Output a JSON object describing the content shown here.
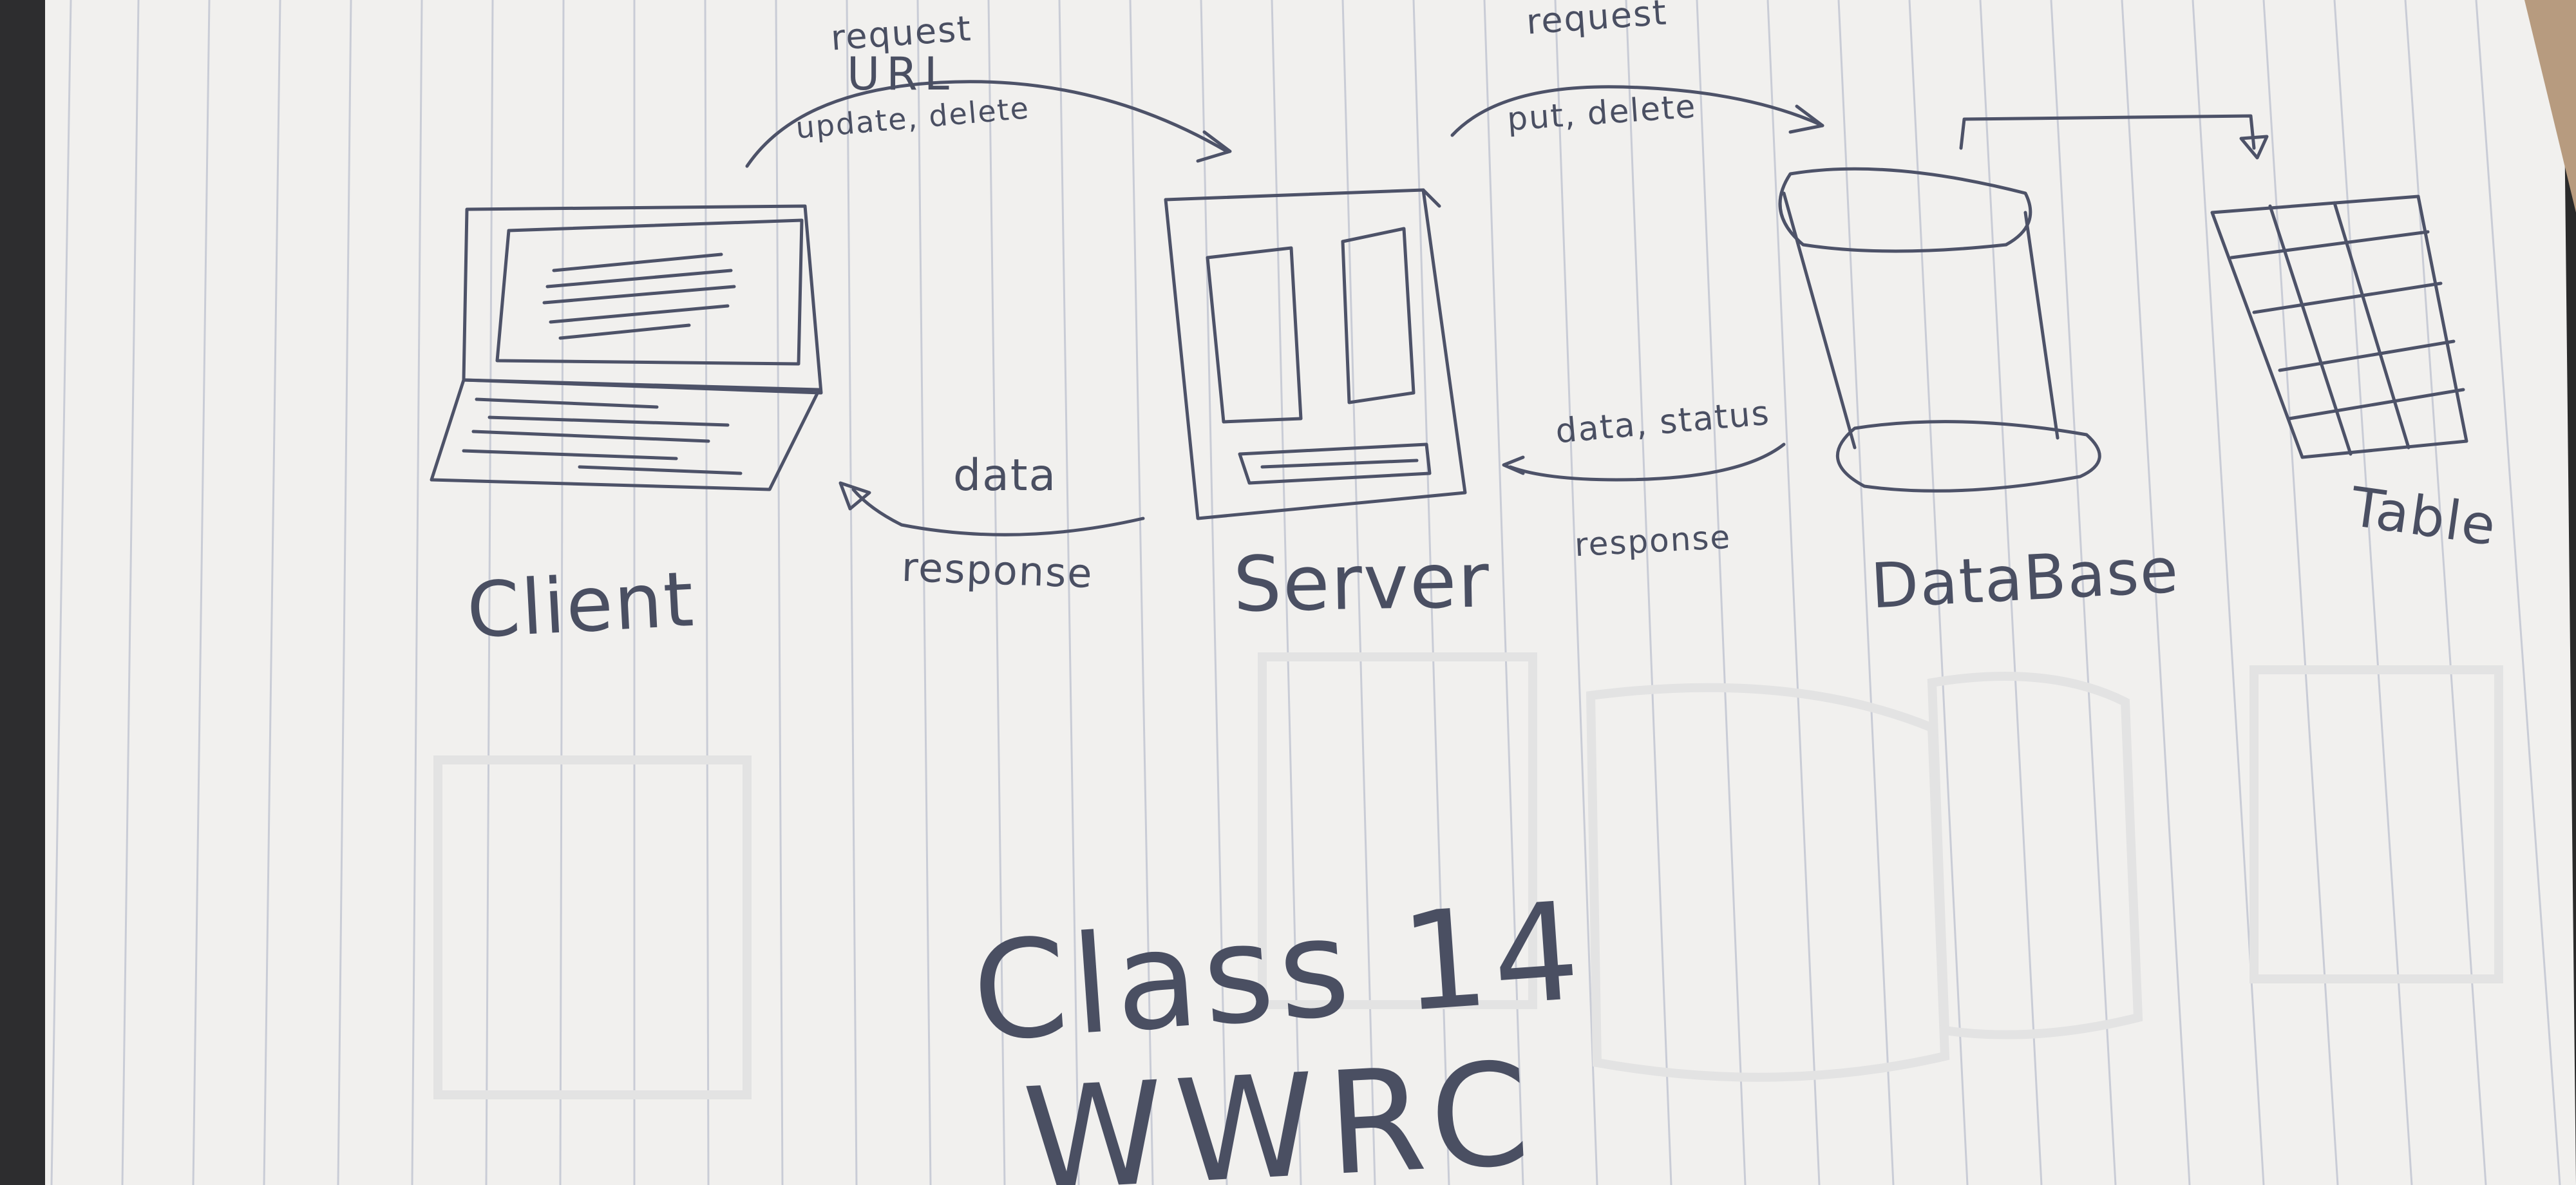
{
  "nodes": {
    "client": {
      "label": "Client"
    },
    "server": {
      "label": "Server"
    },
    "database": {
      "label": "DataBase"
    },
    "table": {
      "label": "Table"
    }
  },
  "edges": {
    "client_to_server": {
      "line1": "request",
      "line2": "URL",
      "line3": "update, delete"
    },
    "server_to_db": {
      "line1": "request",
      "line2": "put, delete"
    },
    "server_to_client": {
      "line1": "data",
      "line2": "response"
    },
    "db_to_server": {
      "line1": "data, status",
      "line2": "response"
    }
  },
  "footer": {
    "line1": "Class 14",
    "line2": "WWRC"
  },
  "colors": {
    "ink": "#4a4f62",
    "paper": "#f1f0ee",
    "ruling": "#c9ccd6"
  }
}
